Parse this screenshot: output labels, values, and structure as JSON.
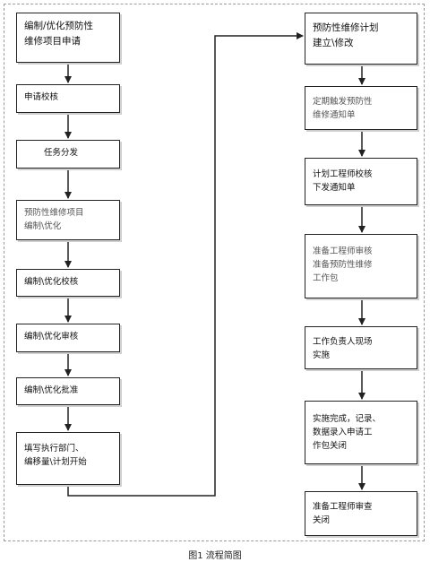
{
  "nodes": [
    {
      "id": "apply",
      "text": "编制/优化预防性\n维修项目申请"
    },
    {
      "id": "review-apply",
      "text": "申请校核"
    },
    {
      "id": "dispatch",
      "text": "任务分发"
    },
    {
      "id": "compile",
      "text": "预防性维修项目\n编制\\优化"
    },
    {
      "id": "check",
      "text": "编制\\优化校核"
    },
    {
      "id": "audit",
      "text": "编制\\优化审核"
    },
    {
      "id": "approve",
      "text": "编制\\优化批准"
    },
    {
      "id": "fill",
      "text": "填写执行部门、\n编移量\\计划开始"
    },
    {
      "id": "plan",
      "text": "预防性维修计划\n建立\\修改"
    },
    {
      "id": "notice",
      "text": "定期触发预防性\n维修通知单"
    },
    {
      "id": "planner",
      "text": "计划工程师校核\n下发通知单"
    },
    {
      "id": "prepare",
      "text": "准备工程师审核\n准备预防性维修\n工作包"
    },
    {
      "id": "execute",
      "text": "工作负责人现场\n实施"
    },
    {
      "id": "complete",
      "text": "实施完成，记录、\n数据录入申请工\n作包关闭"
    },
    {
      "id": "close",
      "text": "准备工程师审查\n关闭"
    }
  ],
  "caption": "图1  流程简图"
}
